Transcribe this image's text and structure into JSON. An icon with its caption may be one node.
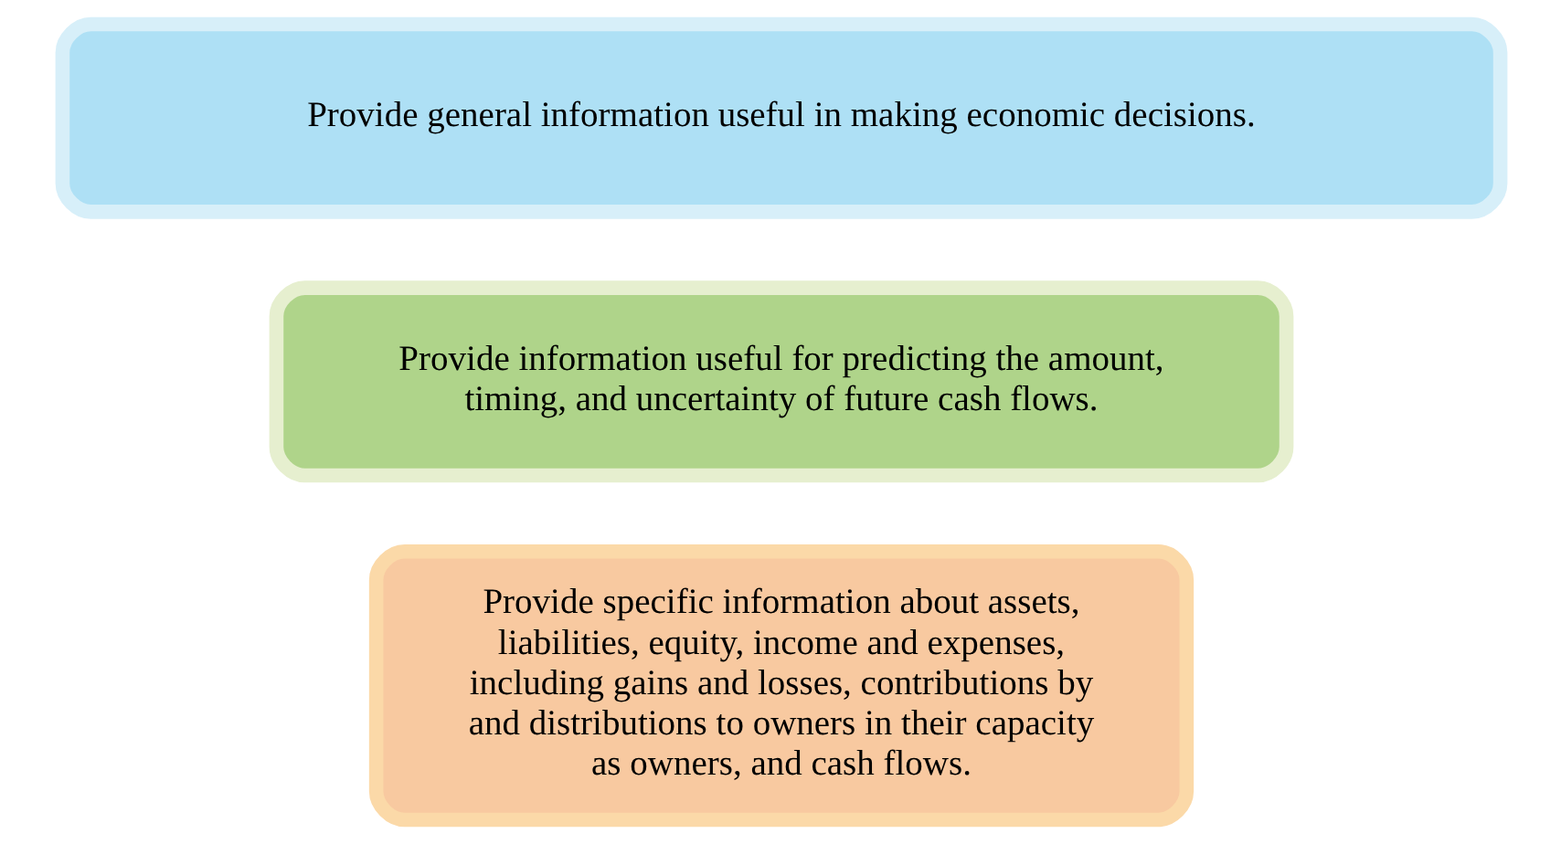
{
  "diagram": {
    "nodes": [
      {
        "text": [
          "Provide specific information about assets, liabilities, equity, income and expenses, including gains and losses, contributions by and distributions to owners in their capacity as owners, and cash flows."
        ]
      },
      {
        "text": [
          "Provide information useful for predicting the amount, timing, and uncertainty of future cash flows."
        ]
      },
      {
        "text": [
          "Provide general information useful in making economic decisions."
        ]
      }
    ]
  }
}
